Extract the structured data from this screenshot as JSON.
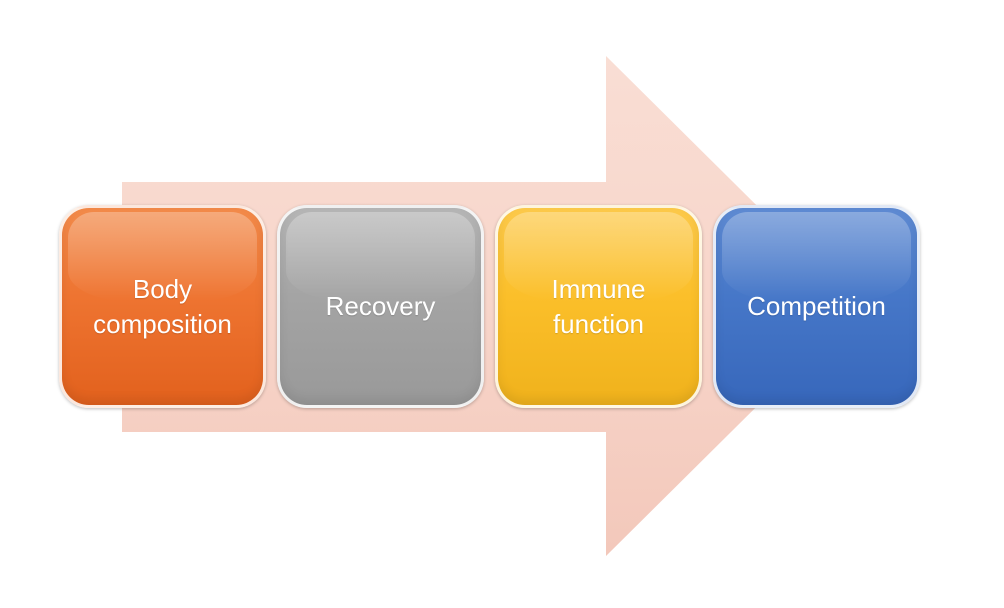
{
  "diagram": {
    "type": "process-arrow",
    "steps": [
      {
        "label": "Body\ncomposition",
        "color": "#ee7431"
      },
      {
        "label": "Recovery",
        "color": "#a4a4a4"
      },
      {
        "label": "Immune\nfunction",
        "color": "#fbbf2a"
      },
      {
        "label": "Competition",
        "color": "#4677c8"
      }
    ],
    "arrow_color": "#f7d3c7"
  }
}
